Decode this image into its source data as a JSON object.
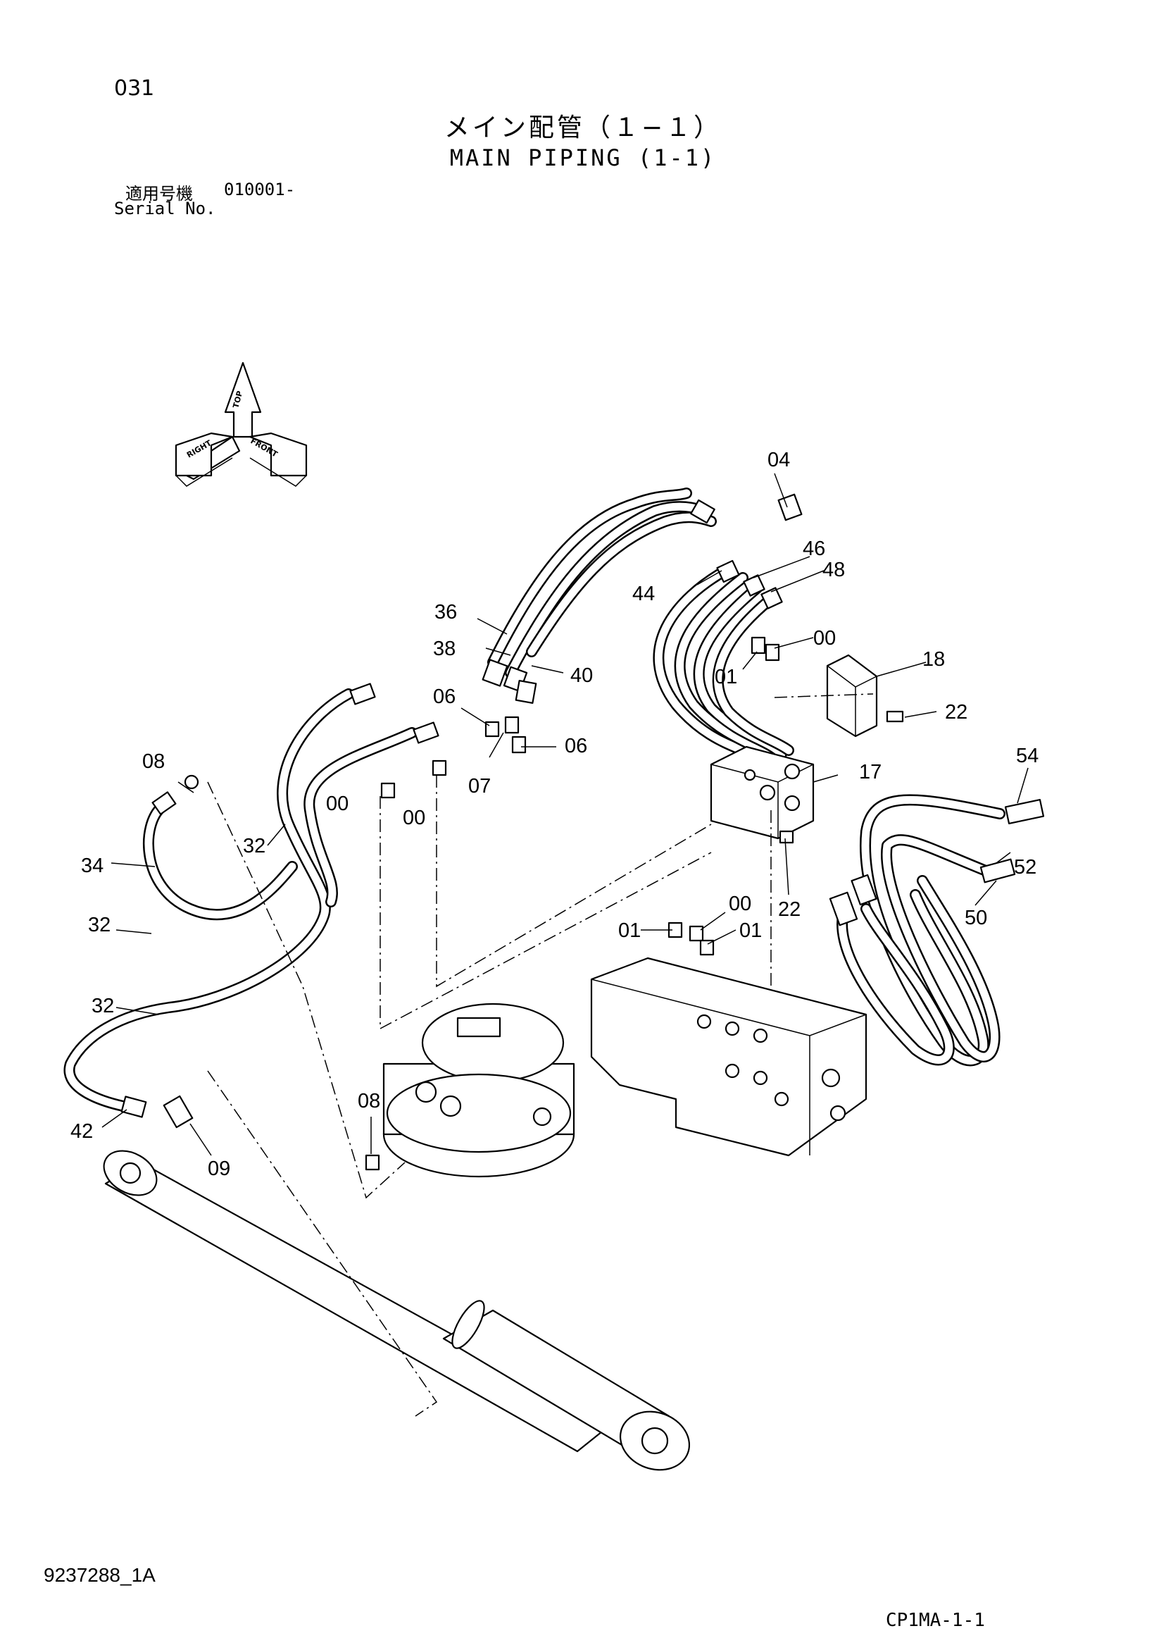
{
  "page_number": "031",
  "title_jp": "メイン配管（１−１）",
  "title_en": "MAIN PIPING (1-1)",
  "serial_label_jp": "適用号機",
  "serial_value": "010001-",
  "serial_label_en": "Serial No.",
  "doc_number": "9237288_1A",
  "ref_code": "CP1MA-1-1",
  "orientation": {
    "top": "TOP",
    "front": "FRONT",
    "right": "RIGHT"
  },
  "callouts": [
    {
      "id": "c04",
      "label": "04"
    },
    {
      "id": "c46",
      "label": "46"
    },
    {
      "id": "c48",
      "label": "48"
    },
    {
      "id": "c44",
      "label": "44"
    },
    {
      "id": "c00a",
      "label": "00"
    },
    {
      "id": "c18",
      "label": "18"
    },
    {
      "id": "c01a",
      "label": "01"
    },
    {
      "id": "c22a",
      "label": "22"
    },
    {
      "id": "c36",
      "label": "36"
    },
    {
      "id": "c38",
      "label": "38"
    },
    {
      "id": "c40",
      "label": "40"
    },
    {
      "id": "c06a",
      "label": "06"
    },
    {
      "id": "c06b",
      "label": "06"
    },
    {
      "id": "c07",
      "label": "07"
    },
    {
      "id": "c08a",
      "label": "08"
    },
    {
      "id": "c00b",
      "label": "00"
    },
    {
      "id": "c00c",
      "label": "00"
    },
    {
      "id": "c17",
      "label": "17"
    },
    {
      "id": "c54",
      "label": "54"
    },
    {
      "id": "c52",
      "label": "52"
    },
    {
      "id": "c50",
      "label": "50"
    },
    {
      "id": "c34",
      "label": "34"
    },
    {
      "id": "c32a",
      "label": "32"
    },
    {
      "id": "c32b",
      "label": "32"
    },
    {
      "id": "c32c",
      "label": "32"
    },
    {
      "id": "c22b",
      "label": "22"
    },
    {
      "id": "c00d",
      "label": "00"
    },
    {
      "id": "c01b",
      "label": "01"
    },
    {
      "id": "c01c",
      "label": "01"
    },
    {
      "id": "c42",
      "label": "42"
    },
    {
      "id": "c09",
      "label": "09"
    },
    {
      "id": "c08b",
      "label": "08"
    }
  ]
}
